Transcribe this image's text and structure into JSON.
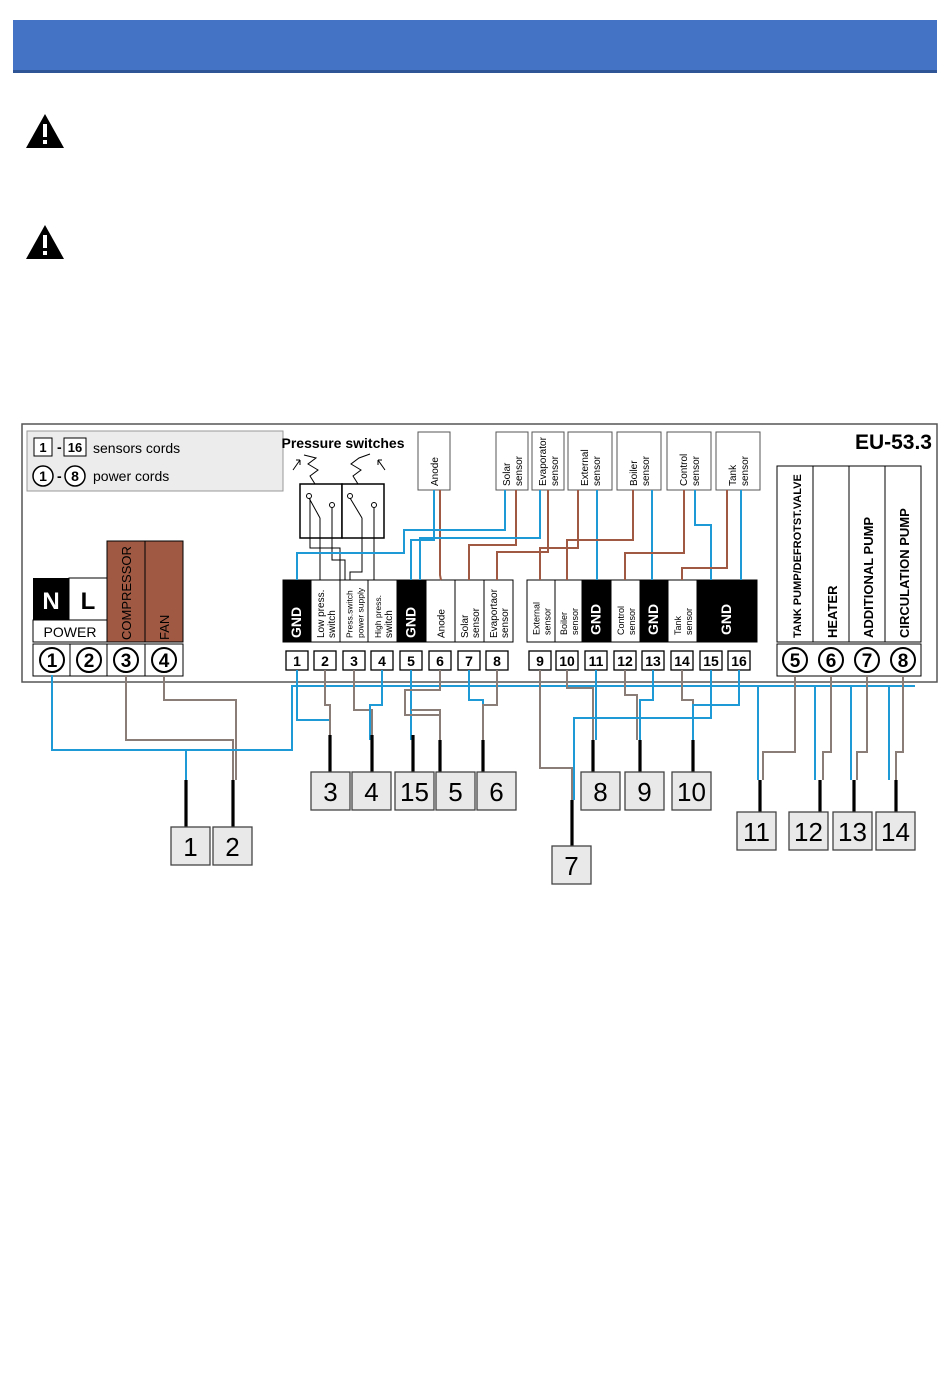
{
  "colors": {
    "header": "#4472c4",
    "brown": "#a05a44",
    "blue": "#1e9bd7",
    "gray_wire": "#8a7d77",
    "black": "#000000"
  },
  "icons": [
    "warning-icon",
    "warning-icon"
  ],
  "legend": {
    "sensors_range": [
      "1",
      "16"
    ],
    "sensors_text": "sensors cords",
    "power_range": [
      "1",
      "8"
    ],
    "power_text": "power cords"
  },
  "model": "EU-53.3",
  "pressure_switches_title": "Pressure switches",
  "top_sensor_boxes": [
    [
      "Anode"
    ],
    [
      "Solar",
      "sensor"
    ],
    [
      "Evaporator",
      "sensor"
    ],
    [
      "External",
      "sensor"
    ],
    [
      "Boiler",
      "sensor"
    ],
    [
      "Control",
      "sensor"
    ],
    [
      "Tank",
      "sensor"
    ]
  ],
  "power_block": {
    "N": "N",
    "L": "L",
    "label": "POWER",
    "compressor": "COMPRESSOR",
    "fan": "FAN"
  },
  "power_terminals": [
    "1",
    "2",
    "3",
    "4"
  ],
  "sensor_terminal_labels": [
    [
      "GND"
    ],
    [
      "Low press.",
      "switch"
    ],
    [
      "Press.switch",
      "power supply"
    ],
    [
      "High press.",
      "switch"
    ],
    [
      "GND"
    ],
    [
      "Anode"
    ],
    [
      "Solar",
      "sensor"
    ],
    [
      "Evaportaor",
      "sensor"
    ]
  ],
  "sensor_terminal_labels_b": [
    [
      "External",
      "sensor"
    ],
    [
      "Boiler",
      "sensor"
    ],
    [
      "GND"
    ],
    [
      "Control",
      "sensor"
    ],
    [
      "GND"
    ],
    [
      "Tank",
      "sensor"
    ],
    [
      "GND"
    ]
  ],
  "sensor_terminals": [
    "1",
    "2",
    "3",
    "4",
    "5",
    "6",
    "7",
    "8",
    "9",
    "10",
    "11",
    "12",
    "13",
    "14",
    "15",
    "16"
  ],
  "output_labels": [
    "TANK PUMP/DEFROTST.VALVE",
    "HEATER",
    "ADDITIONAL PUMP",
    "CIRCULATION PUMP"
  ],
  "output_terminals": [
    "5",
    "6",
    "7",
    "8"
  ],
  "cord_boxes": [
    "1",
    "2",
    "3",
    "4",
    "15",
    "5",
    "6",
    "7",
    "8",
    "9",
    "10",
    "11",
    "12",
    "13",
    "14"
  ]
}
